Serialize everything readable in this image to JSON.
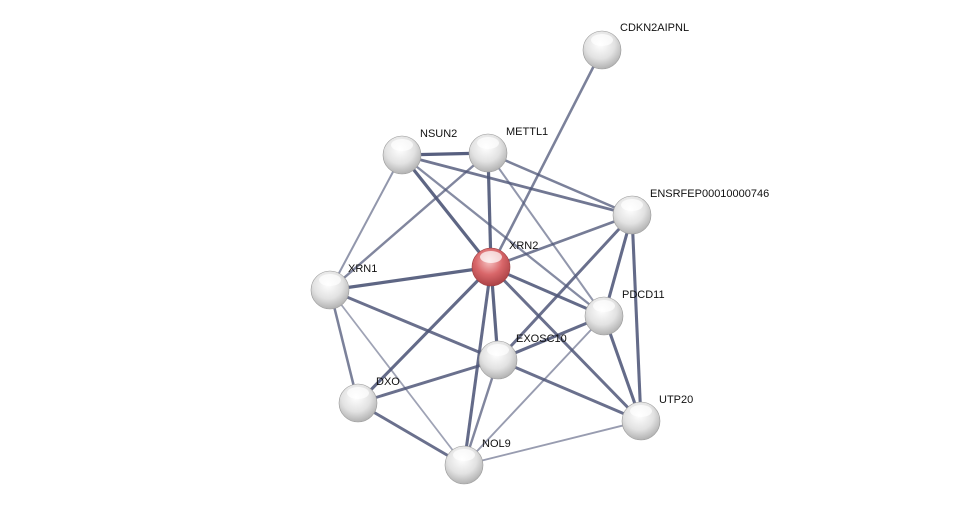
{
  "network": {
    "query_node": "XRN2",
    "colors": {
      "query": "#d9565a",
      "node": "#e6e6e6",
      "edge": "#4d5577"
    },
    "nodes": [
      {
        "id": "CDKN2AIPNL",
        "label": "CDKN2AIPNL"
      },
      {
        "id": "NSUN2",
        "label": "NSUN2"
      },
      {
        "id": "METTL1",
        "label": "METTL1"
      },
      {
        "id": "ENSRFEP00010000746",
        "label": "ENSRFEP00010000746"
      },
      {
        "id": "XRN2",
        "label": "XRN2"
      },
      {
        "id": "XRN1",
        "label": "XRN1"
      },
      {
        "id": "PDCD11",
        "label": "PDCD11"
      },
      {
        "id": "EXOSC10",
        "label": "EXOSC10"
      },
      {
        "id": "DXO",
        "label": "DXO"
      },
      {
        "id": "UTP20",
        "label": "UTP20"
      },
      {
        "id": "NOL9",
        "label": "NOL9"
      }
    ],
    "edges": [
      {
        "a": "NSUN2",
        "b": "METTL1",
        "score": 0.9
      },
      {
        "a": "NSUN2",
        "b": "ENSRFEP00010000746",
        "score": 0.7
      },
      {
        "a": "NSUN2",
        "b": "XRN2",
        "score": 0.85
      },
      {
        "a": "NSUN2",
        "b": "XRN1",
        "score": 0.4
      },
      {
        "a": "NSUN2",
        "b": "PDCD11",
        "score": 0.5
      },
      {
        "a": "METTL1",
        "b": "ENSRFEP00010000746",
        "score": 0.6
      },
      {
        "a": "METTL1",
        "b": "XRN2",
        "score": 0.85
      },
      {
        "a": "METTL1",
        "b": "XRN1",
        "score": 0.55
      },
      {
        "a": "METTL1",
        "b": "PDCD11",
        "score": 0.4
      },
      {
        "a": "CDKN2AIPNL",
        "b": "XRN2",
        "score": 0.6
      },
      {
        "a": "XRN2",
        "b": "ENSRFEP00010000746",
        "score": 0.65
      },
      {
        "a": "XRN2",
        "b": "XRN1",
        "score": 0.85
      },
      {
        "a": "XRN2",
        "b": "PDCD11",
        "score": 0.8
      },
      {
        "a": "XRN2",
        "b": "EXOSC10",
        "score": 0.85
      },
      {
        "a": "XRN2",
        "b": "DXO",
        "score": 0.8
      },
      {
        "a": "XRN2",
        "b": "NOL9",
        "score": 0.8
      },
      {
        "a": "XRN2",
        "b": "UTP20",
        "score": 0.75
      },
      {
        "a": "ENSRFEP00010000746",
        "b": "PDCD11",
        "score": 0.8
      },
      {
        "a": "ENSRFEP00010000746",
        "b": "UTP20",
        "score": 0.8
      },
      {
        "a": "ENSRFEP00010000746",
        "b": "EXOSC10",
        "score": 0.75
      },
      {
        "a": "PDCD11",
        "b": "EXOSC10",
        "score": 0.8
      },
      {
        "a": "PDCD11",
        "b": "UTP20",
        "score": 0.8
      },
      {
        "a": "PDCD11",
        "b": "NOL9",
        "score": 0.35
      },
      {
        "a": "XRN1",
        "b": "EXOSC10",
        "score": 0.75
      },
      {
        "a": "XRN1",
        "b": "DXO",
        "score": 0.6
      },
      {
        "a": "XRN1",
        "b": "NOL9",
        "score": 0.3
      },
      {
        "a": "EXOSC10",
        "b": "DXO",
        "score": 0.75
      },
      {
        "a": "EXOSC10",
        "b": "NOL9",
        "score": 0.55
      },
      {
        "a": "EXOSC10",
        "b": "UTP20",
        "score": 0.75
      },
      {
        "a": "DXO",
        "b": "NOL9",
        "score": 0.75
      },
      {
        "a": "NOL9",
        "b": "UTP20",
        "score": 0.35
      }
    ]
  }
}
